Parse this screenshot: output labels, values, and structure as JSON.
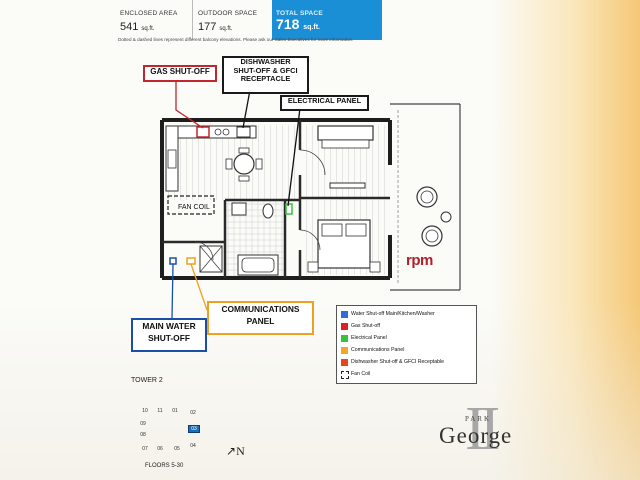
{
  "area_table": {
    "enclosed_label": "ENCLOSED AREA",
    "enclosed_value": "541",
    "enclosed_unit": "sq.ft.",
    "outdoor_label": "OUTDOOR SPACE",
    "outdoor_value": "177",
    "outdoor_unit": "sq.ft.",
    "total_label": "TOTAL SPACE",
    "total_value": "718",
    "total_unit": "sq.ft."
  },
  "note": "Dotted & dashed lines represent different balcony elevations. Please ask our Sales Executives for more information.",
  "callouts": {
    "gas": "GAS SHUT-OFF",
    "dishwasher_1": "DISHWASHER",
    "dishwasher_2": "SHUT-OFF & GFCI",
    "dishwasher_3": "RECEPTACLE",
    "electrical": "ELECTRICAL PANEL",
    "water_1": "MAIN WATER",
    "water_2": "SHUT-OFF",
    "comm_1": "COMMUNICATIONS",
    "comm_2": "PANEL"
  },
  "plan_labels": {
    "fan_coil": "FAN COIL",
    "rpm": "rpm"
  },
  "legend": [
    {
      "label": "Water Shut-off Main/Kitchen/Washer",
      "color": "#2a6fd6"
    },
    {
      "label": "Gas Shut-off",
      "color": "#e02020"
    },
    {
      "label": "Electrical Panel",
      "color": "#36c23a"
    },
    {
      "label": "Communications Panel",
      "color": "#f5a623"
    },
    {
      "label": "Dishwasher Shut-off & GFCI Receptable",
      "color": "#e8431e"
    },
    {
      "label": "Fan Coil",
      "color": "dashed"
    }
  ],
  "tower": "TOWER 2",
  "keyplan": [
    "10",
    "11",
    "01",
    "02",
    "09",
    "08",
    "03",
    "07",
    "06",
    "05",
    "04"
  ],
  "floors": "FLOORS 5-30",
  "north": "N",
  "logo": {
    "numeral": "II",
    "park": "PARK",
    "george": "George"
  },
  "colors": {
    "accent_blue": "#1a8fd6",
    "gas_red": "#c0272d",
    "water_blue": "#1a4fa8",
    "comm_orange": "#f0a020"
  }
}
